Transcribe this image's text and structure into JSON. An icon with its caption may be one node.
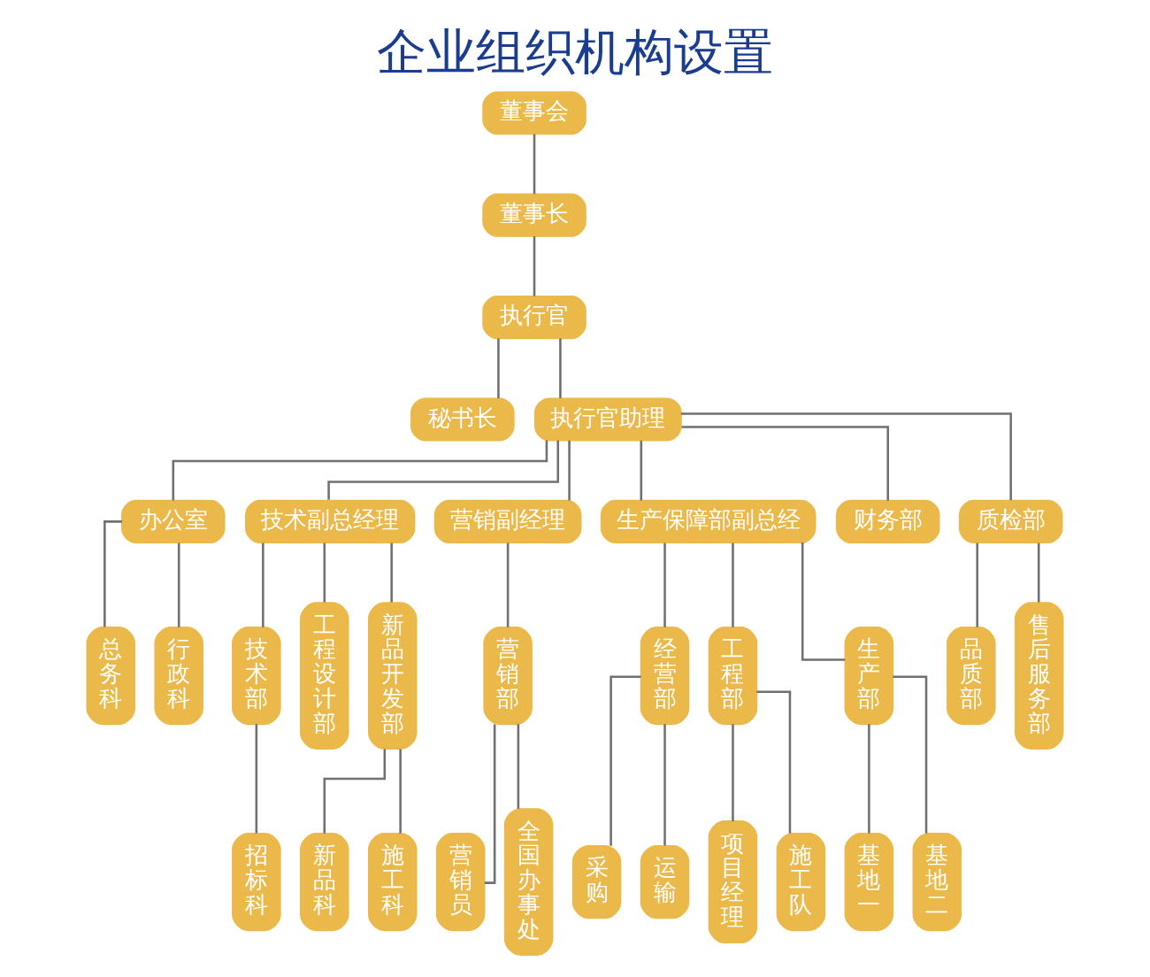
{
  "diagram": {
    "title": "企业组织机构设置",
    "nodes": [
      {
        "text": [
          "董事会"
        ]
      },
      {
        "text": [
          "董事长"
        ]
      },
      {
        "text": [
          "执行官"
        ]
      },
      {
        "text": [
          "秘书长"
        ]
      },
      {
        "text": [
          "执行官助理"
        ]
      },
      {
        "text": [
          "办公室"
        ]
      },
      {
        "text": [
          "技术副总经理"
        ]
      },
      {
        "text": [
          "营销副经理"
        ]
      },
      {
        "text": [
          "生产保障部副总经"
        ]
      },
      {
        "text": [
          "财务部"
        ]
      },
      {
        "text": [
          "质检部"
        ]
      },
      {
        "text": [
          "总务科"
        ]
      },
      {
        "text": [
          "行政科"
        ]
      },
      {
        "text": [
          "技术部"
        ]
      },
      {
        "text": [
          "工程设计部"
        ]
      },
      {
        "text": [
          "新品开发部"
        ]
      },
      {
        "text": [
          "营销部"
        ]
      },
      {
        "text": [
          "经营部"
        ]
      },
      {
        "text": [
          "工程部"
        ]
      },
      {
        "text": [
          "生产部"
        ]
      },
      {
        "text": [
          "品质部"
        ]
      },
      {
        "text": [
          "售后服务部"
        ]
      },
      {
        "text": [
          "招标科"
        ]
      },
      {
        "text": [
          "新品科"
        ]
      },
      {
        "text": [
          "施工科"
        ]
      },
      {
        "text": [
          "营销员"
        ]
      },
      {
        "text": [
          "全国办事处"
        ]
      },
      {
        "text": [
          "采购"
        ]
      },
      {
        "text": [
          "运输"
        ]
      },
      {
        "text": [
          "项目经理"
        ]
      },
      {
        "text": [
          "施工队"
        ]
      },
      {
        "text": [
          "基地一"
        ]
      },
      {
        "text": [
          "基地二"
        ]
      }
    ],
    "edges": [
      {
        "from": 0,
        "to": 1,
        "arrow": "none"
      },
      {
        "from": 1,
        "to": 2,
        "arrow": "none"
      },
      {
        "from": 2,
        "to": 3,
        "arrow": "none"
      },
      {
        "from": 2,
        "to": 4,
        "arrow": "none"
      },
      {
        "from": 4,
        "to": 5,
        "arrow": "none"
      },
      {
        "from": 4,
        "to": 6,
        "arrow": "none"
      },
      {
        "from": 4,
        "to": 7,
        "arrow": "none"
      },
      {
        "from": 4,
        "to": 8,
        "arrow": "none"
      },
      {
        "from": 4,
        "to": 9,
        "arrow": "none"
      },
      {
        "from": 4,
        "to": 10,
        "arrow": "none"
      },
      {
        "from": 5,
        "to": 11,
        "arrow": "none"
      },
      {
        "from": 5,
        "to": 12,
        "arrow": "none"
      },
      {
        "from": 6,
        "to": 13,
        "arrow": "none"
      },
      {
        "from": 6,
        "to": 14,
        "arrow": "none"
      },
      {
        "from": 6,
        "to": 15,
        "arrow": "none"
      },
      {
        "from": 7,
        "to": 16,
        "arrow": "none"
      },
      {
        "from": 8,
        "to": 17,
        "arrow": "none"
      },
      {
        "from": 8,
        "to": 18,
        "arrow": "none"
      },
      {
        "from": 8,
        "to": 19,
        "arrow": "none"
      },
      {
        "from": 10,
        "to": 20,
        "arrow": "none"
      },
      {
        "from": 10,
        "to": 21,
        "arrow": "none"
      },
      {
        "from": 13,
        "to": 22,
        "arrow": "none"
      },
      {
        "from": 15,
        "to": 23,
        "arrow": "none"
      },
      {
        "from": 15,
        "to": 24,
        "arrow": "none"
      },
      {
        "from": 16,
        "to": 25,
        "arrow": "none"
      },
      {
        "from": 16,
        "to": 26,
        "arrow": "none"
      },
      {
        "from": 17,
        "to": 27,
        "arrow": "none"
      },
      {
        "from": 17,
        "to": 28,
        "arrow": "none"
      },
      {
        "from": 18,
        "to": 29,
        "arrow": "none"
      },
      {
        "from": 18,
        "to": 30,
        "arrow": "none"
      },
      {
        "from": 19,
        "to": 31,
        "arrow": "none"
      },
      {
        "from": 19,
        "to": 32,
        "arrow": "none"
      }
    ]
  }
}
